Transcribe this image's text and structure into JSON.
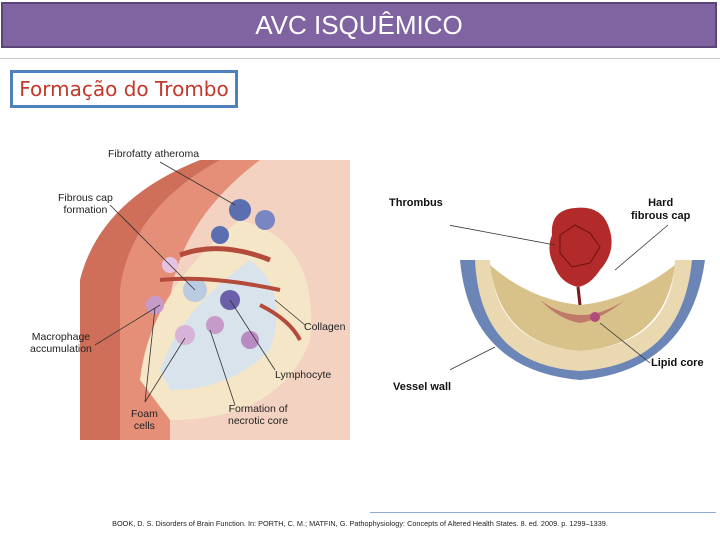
{
  "header": {
    "title": "AVC ISQUÊMICO"
  },
  "section": {
    "subtitle": "Formação do Trombo"
  },
  "figure_left": {
    "labels": {
      "fibrofatty": "Fibrofatty atheroma",
      "fibrous_cap": "Fibrous cap\nformation",
      "macrophage": "Macrophage\naccumulation",
      "collagen": "Collagen",
      "lymphocyte": "Lymphocyte",
      "foam_cells": "Foam\ncells",
      "necrotic": "Formation of\nnecrotic core"
    }
  },
  "figure_right": {
    "labels": {
      "thrombus": "Thrombus",
      "hard_cap": "Hard\nfibrous cap",
      "lipid_core": "Lipid core",
      "vessel_wall": "Vessel wall"
    }
  },
  "footer": {
    "citation": "BOOK, D. S. Disorders of Brain Function. In: PORTH, C. M.; MATFIN, G. Pathophysiology: Concepts of Altered Health States. 8. ed. 2009. p. 1299–1339."
  },
  "colors": {
    "title_bg": "#8064a2",
    "subtitle_border": "#4f81bd",
    "subtitle_text": "#c0392b"
  }
}
